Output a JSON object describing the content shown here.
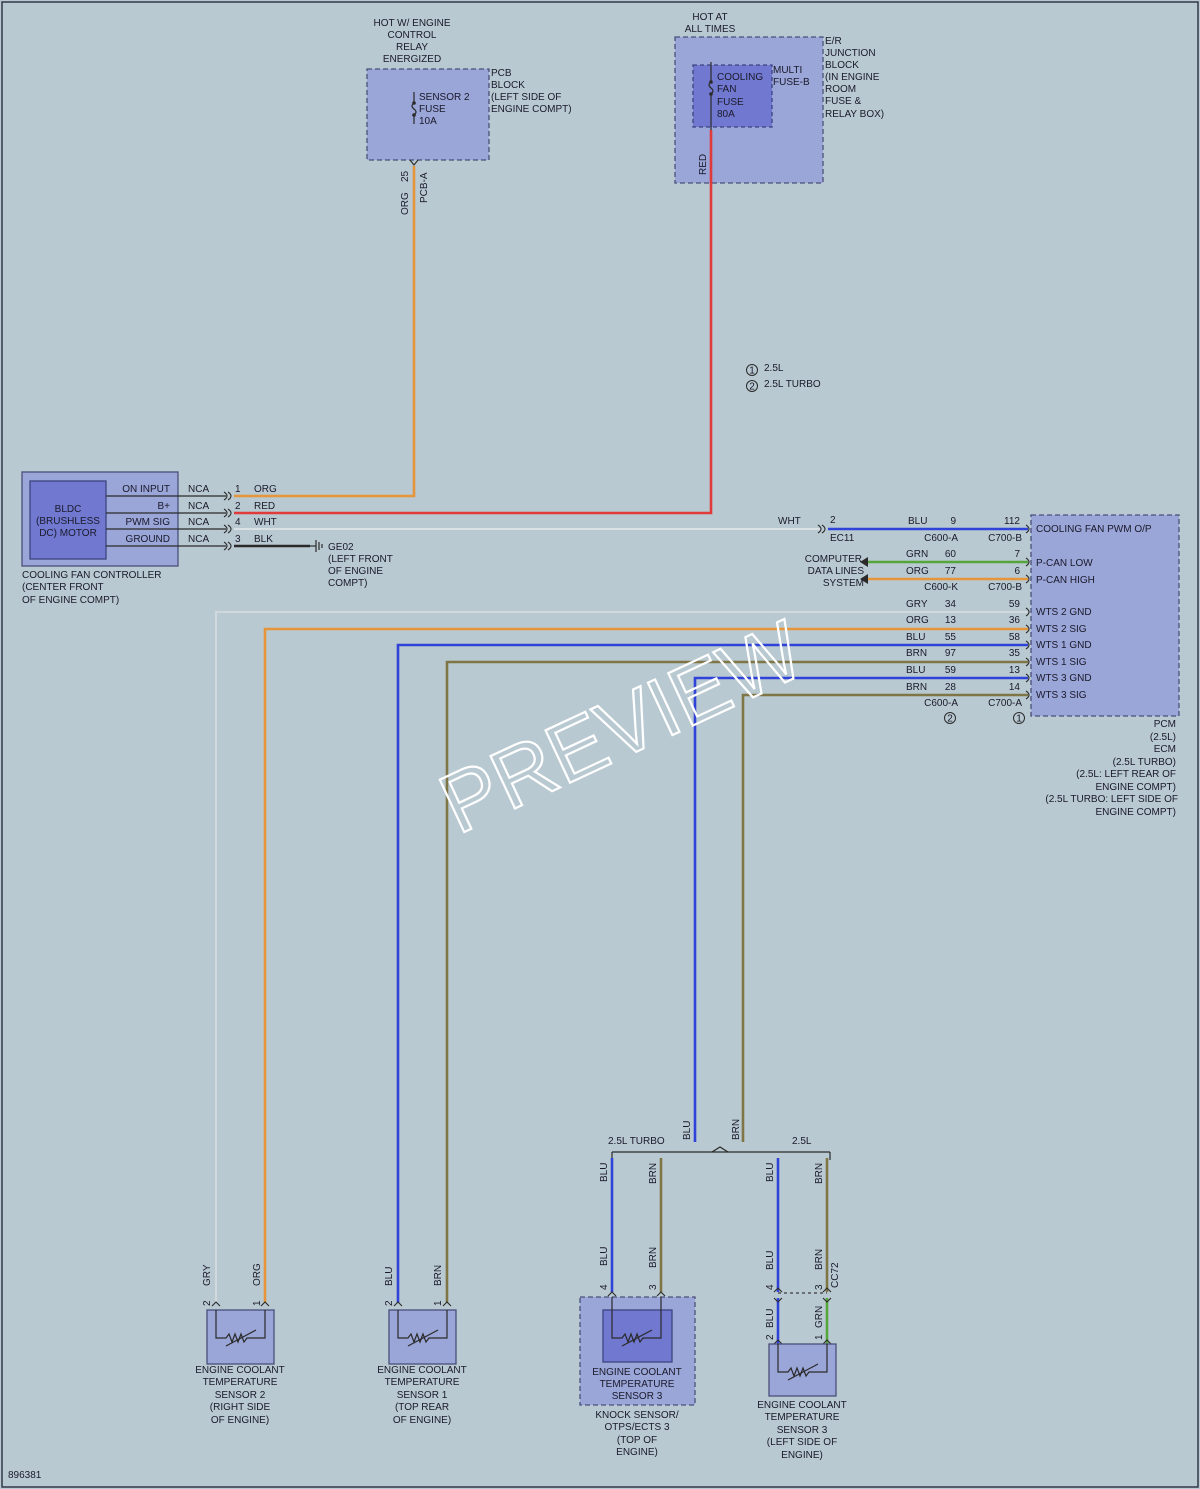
{
  "diagram_id": "896381",
  "watermark": "PREVIEW",
  "legend": {
    "note1": "2.5L",
    "note2": "2.5L TURBO",
    "mark1": "1",
    "mark2": "2"
  },
  "pcb_block": {
    "header": [
      "HOT W/ ENGINE",
      "CONTROL",
      "RELAY",
      "ENERGIZED"
    ],
    "label": [
      "PCB",
      "BLOCK",
      "(LEFT SIDE OF",
      "ENGINE COMPT)"
    ],
    "fuse": [
      "SENSOR 2",
      "FUSE",
      "10A"
    ],
    "pin": "25",
    "connector": "PCB-A",
    "wire": "ORG"
  },
  "junction_block": {
    "header": [
      "HOT AT",
      "ALL TIMES"
    ],
    "label": [
      "E/R",
      "JUNCTION",
      "BLOCK",
      "(IN ENGINE",
      "ROOM",
      "FUSE &",
      "RELAY BOX)"
    ],
    "fuse": [
      "COOLING",
      "FAN",
      "FUSE",
      "80A"
    ],
    "multi": [
      "MULTI",
      "FUSE-B"
    ],
    "wire": "RED"
  },
  "fan_controller": {
    "motor": [
      "BLDC",
      "(BRUSHLESS",
      "DC) MOTOR"
    ],
    "pins": [
      {
        "name": "ON INPUT",
        "nca": "NCA",
        "pin": "1",
        "wire": "ORG"
      },
      {
        "name": "B+",
        "nca": "NCA",
        "pin": "2",
        "wire": "RED"
      },
      {
        "name": "PWM SIG",
        "nca": "NCA",
        "pin": "4",
        "wire": "WHT"
      },
      {
        "name": "GROUND",
        "nca": "NCA",
        "pin": "3",
        "wire": "BLK"
      }
    ],
    "caption": [
      "COOLING FAN CONTROLLER",
      "(CENTER FRONT",
      "OF ENGINE COMPT)"
    ]
  },
  "ground": [
    "GE02",
    "(LEFT FRONT",
    "OF ENGINE",
    "COMPT)"
  ],
  "ec11": {
    "wire": "WHT",
    "pin": "2",
    "connector": "EC11"
  },
  "pwm_row": {
    "wire": "BLU",
    "pin_a": "9",
    "pin_b": "112",
    "conn_a": "C600-A",
    "conn_b": "C700-B"
  },
  "data_lines": {
    "label": [
      "COMPUTER",
      "DATA LINES",
      "SYSTEM"
    ],
    "rows": [
      {
        "wire": "GRN",
        "pin_a": "60",
        "pin_b": "7"
      },
      {
        "wire": "ORG",
        "pin_a": "77",
        "pin_b": "6"
      }
    ],
    "conn_a": "C600-K",
    "conn_b": "C700-B"
  },
  "sensor_rows": [
    {
      "wire": "GRY",
      "pin_a": "34",
      "pin_b": "59"
    },
    {
      "wire": "ORG",
      "pin_a": "13",
      "pin_b": "36"
    },
    {
      "wire": "BLU",
      "pin_a": "55",
      "pin_b": "58"
    },
    {
      "wire": "BRN",
      "pin_a": "97",
      "pin_b": "35"
    },
    {
      "wire": "BLU",
      "pin_a": "59",
      "pin_b": "13"
    },
    {
      "wire": "BRN",
      "pin_a": "28",
      "pin_b": "14"
    }
  ],
  "sensor_conn": {
    "a": "C600-A",
    "b": "C700-A",
    "mark_a": "2",
    "mark_b": "1"
  },
  "pcm": {
    "pins": [
      "COOLING FAN PWM O/P",
      "P-CAN LOW",
      "P-CAN HIGH",
      "WTS 2 GND",
      "WTS 2 SIG",
      "WTS 1 GND",
      "WTS 1 SIG",
      "WTS 3 GND",
      "WTS 3 SIG"
    ],
    "caption": [
      "PCM",
      "(2.5L)",
      "ECM",
      "(2.5L TURBO)",
      "(2.5L: LEFT REAR OF",
      "ENGINE COMPT)",
      "(2.5L TURBO: LEFT SIDE OF",
      "ENGINE COMPT)"
    ]
  },
  "split": {
    "left": "2.5L TURBO",
    "right": "2.5L",
    "trunk_blu": "BLU",
    "trunk_brn": "BRN",
    "branch_labels": [
      "BLU",
      "BRN",
      "BLU",
      "BRN"
    ]
  },
  "sensors": [
    {
      "wire_a": "GRY",
      "wire_b": "ORG",
      "pin_a": "2",
      "pin_b": "1",
      "caption": [
        "ENGINE COOLANT",
        "TEMPERATURE",
        "SENSOR 2",
        "(RIGHT SIDE",
        "OF ENGINE)"
      ]
    },
    {
      "wire_a": "BLU",
      "wire_b": "BRN",
      "pin_a": "2",
      "pin_b": "1",
      "caption": [
        "ENGINE COOLANT",
        "TEMPERATURE",
        "SENSOR 1",
        "(TOP REAR",
        "OF ENGINE)"
      ]
    },
    {
      "wire_a": "BLU",
      "wire_b": "BRN",
      "pin_a": "4",
      "pin_b": "3",
      "caption": [
        "ENGINE COOLANT",
        "TEMPERATURE",
        "SENSOR 3"
      ],
      "outer": [
        "KNOCK SENSOR/",
        "OTPS/ECTS 3",
        "(TOP OF",
        "ENGINE)"
      ]
    },
    {
      "wire_a": "BLU",
      "wire_b": "BRN",
      "pin_a": "4",
      "pin_b": "3",
      "conn": "CC72",
      "wire_c": "BLU",
      "wire_d": "GRN",
      "pin_c": "2",
      "pin_d": "1",
      "caption": [
        "ENGINE COOLANT",
        "TEMPERATURE",
        "SENSOR 3",
        "(LEFT SIDE OF",
        "ENGINE)"
      ]
    }
  ],
  "colors": {
    "background": "#b9c9d1",
    "component": "#9aa5d8",
    "org": "#e6953a",
    "red": "#e03a3a",
    "blu": "#3043d9",
    "brn": "#807645",
    "grn": "#55a63a"
  }
}
